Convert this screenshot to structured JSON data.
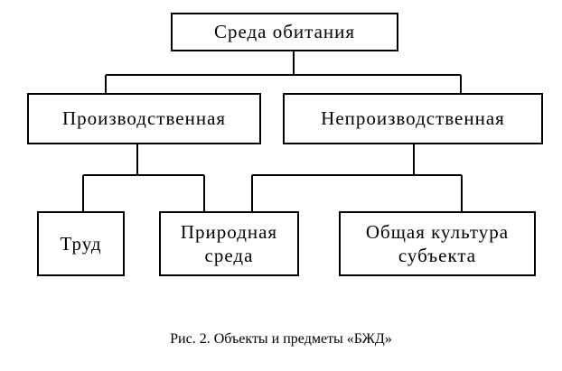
{
  "diagram": {
    "root": "Среда обитания",
    "level1": {
      "production": "Производственная",
      "non_production": "Непроизводственная"
    },
    "level2": {
      "labor": "Труд",
      "natural_environment": "Природная\nсреда",
      "general_culture": "Общая культура\nсубъекта"
    }
  },
  "caption": "Рис. 2. Объекты и предметы «БЖД»"
}
